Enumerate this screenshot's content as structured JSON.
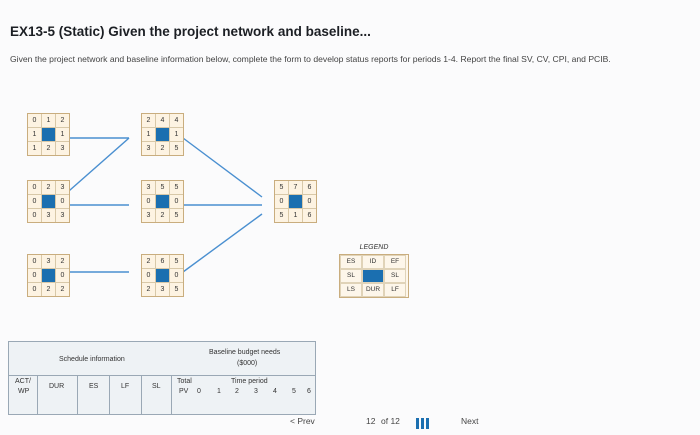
{
  "title": "EX13-5 (Static) Given the project network and baseline...",
  "description": "Given the project network and baseline information below, complete the form to develop status reports for periods 1-4. Report the final SV, CV, CPI, and PCIB.",
  "legend": {
    "title": "LEGEND",
    "cells": [
      "ES",
      "ID",
      "EF",
      "SL",
      "",
      "SL",
      "LS",
      "DUR",
      "LF"
    ]
  },
  "nodes": [
    {
      "id": "n1",
      "cells": [
        "0",
        "1",
        "2",
        "1",
        "",
        "1",
        "1",
        "2",
        "3"
      ]
    },
    {
      "id": "n2",
      "cells": [
        "2",
        "4",
        "4",
        "1",
        "",
        "1",
        "3",
        "2",
        "5"
      ]
    },
    {
      "id": "n3",
      "cells": [
        "0",
        "2",
        "3",
        "0",
        "",
        "0",
        "0",
        "3",
        "3"
      ]
    },
    {
      "id": "n4",
      "cells": [
        "3",
        "5",
        "5",
        "0",
        "",
        "0",
        "3",
        "2",
        "5"
      ]
    },
    {
      "id": "n5",
      "cells": [
        "5",
        "7",
        "6",
        "0",
        "",
        "0",
        "5",
        "1",
        "6"
      ]
    },
    {
      "id": "n6",
      "cells": [
        "0",
        "3",
        "2",
        "0",
        "",
        "0",
        "0",
        "2",
        "2"
      ]
    },
    {
      "id": "n7",
      "cells": [
        "2",
        "6",
        "5",
        "0",
        "",
        "0",
        "2",
        "3",
        "5"
      ]
    }
  ],
  "schedule_table": {
    "schedule_info": "Schedule information",
    "baseline_budget": "Baseline budget needs",
    "baseline_unit": "($000)",
    "col_act": "ACT/",
    "col_wp": "WP",
    "col_dur": "DUR",
    "col_es": "ES",
    "col_lf": "LF",
    "col_sl": "SL",
    "col_total": "Total",
    "col_pv": "PV",
    "time_period": "Time period",
    "periods": [
      "0",
      "1",
      "2",
      "3",
      "4",
      "5",
      "6"
    ]
  },
  "pager": {
    "prev": "< Prev",
    "page": "12",
    "of": "of 12",
    "next": "Next"
  }
}
